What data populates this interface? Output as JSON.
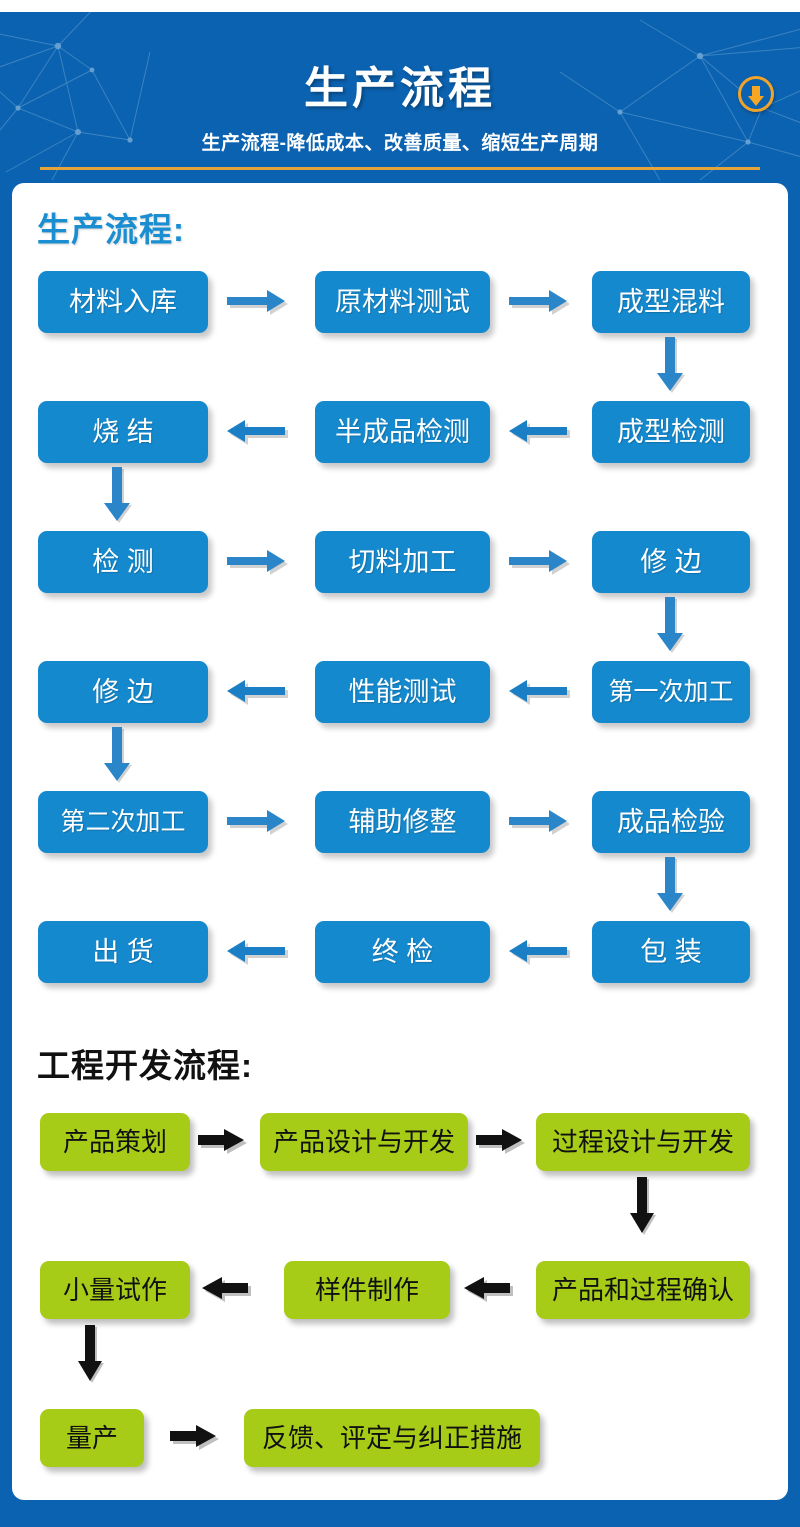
{
  "header": {
    "title": "生产流程",
    "subtitle": "生产流程-降低成本、改善质量、缩短生产周期",
    "download_icon": "download-circle-icon",
    "accent_gold": "#e3a53a",
    "background_blue": "#0b62b0"
  },
  "sections": [
    {
      "id": "production",
      "heading": "生产流程:",
      "heading_color": "#1b8ed1",
      "box_color": "#1589ce",
      "box_text_color": "#ffffff",
      "arrow_color": "#1b7fc4",
      "rows": [
        {
          "direction": "right",
          "boxes": [
            "材料入库",
            "原材料测试",
            "成型混料"
          ]
        },
        {
          "direction": "left",
          "boxes": [
            "烧 结",
            "半成品检测",
            "成型检测"
          ]
        },
        {
          "direction": "right",
          "boxes": [
            "检 测",
            "切料加工",
            "修 边"
          ]
        },
        {
          "direction": "left",
          "boxes": [
            "修 边",
            "性能测试",
            "第一次加工"
          ]
        },
        {
          "direction": "right",
          "boxes": [
            "第二次加工",
            "辅助修整",
            "成品检验"
          ]
        },
        {
          "direction": "left",
          "boxes": [
            "出 货",
            "终 检",
            "包 装"
          ]
        }
      ]
    },
    {
      "id": "engineering",
      "heading": "工程开发流程:",
      "heading_color": "#111111",
      "box_color": "#a7cc18",
      "box_text_color": "#111111",
      "arrow_color": "#111111",
      "rows": [
        {
          "direction": "right",
          "boxes": [
            "产品策划",
            "产品设计与开发",
            "过程设计与开发"
          ]
        },
        {
          "direction": "left",
          "boxes": [
            "小量试作",
            "样件制作",
            "产品和过程确认"
          ]
        },
        {
          "direction": "right",
          "boxes": [
            "量产",
            "反馈、评定与纠正措施"
          ]
        }
      ]
    }
  ]
}
